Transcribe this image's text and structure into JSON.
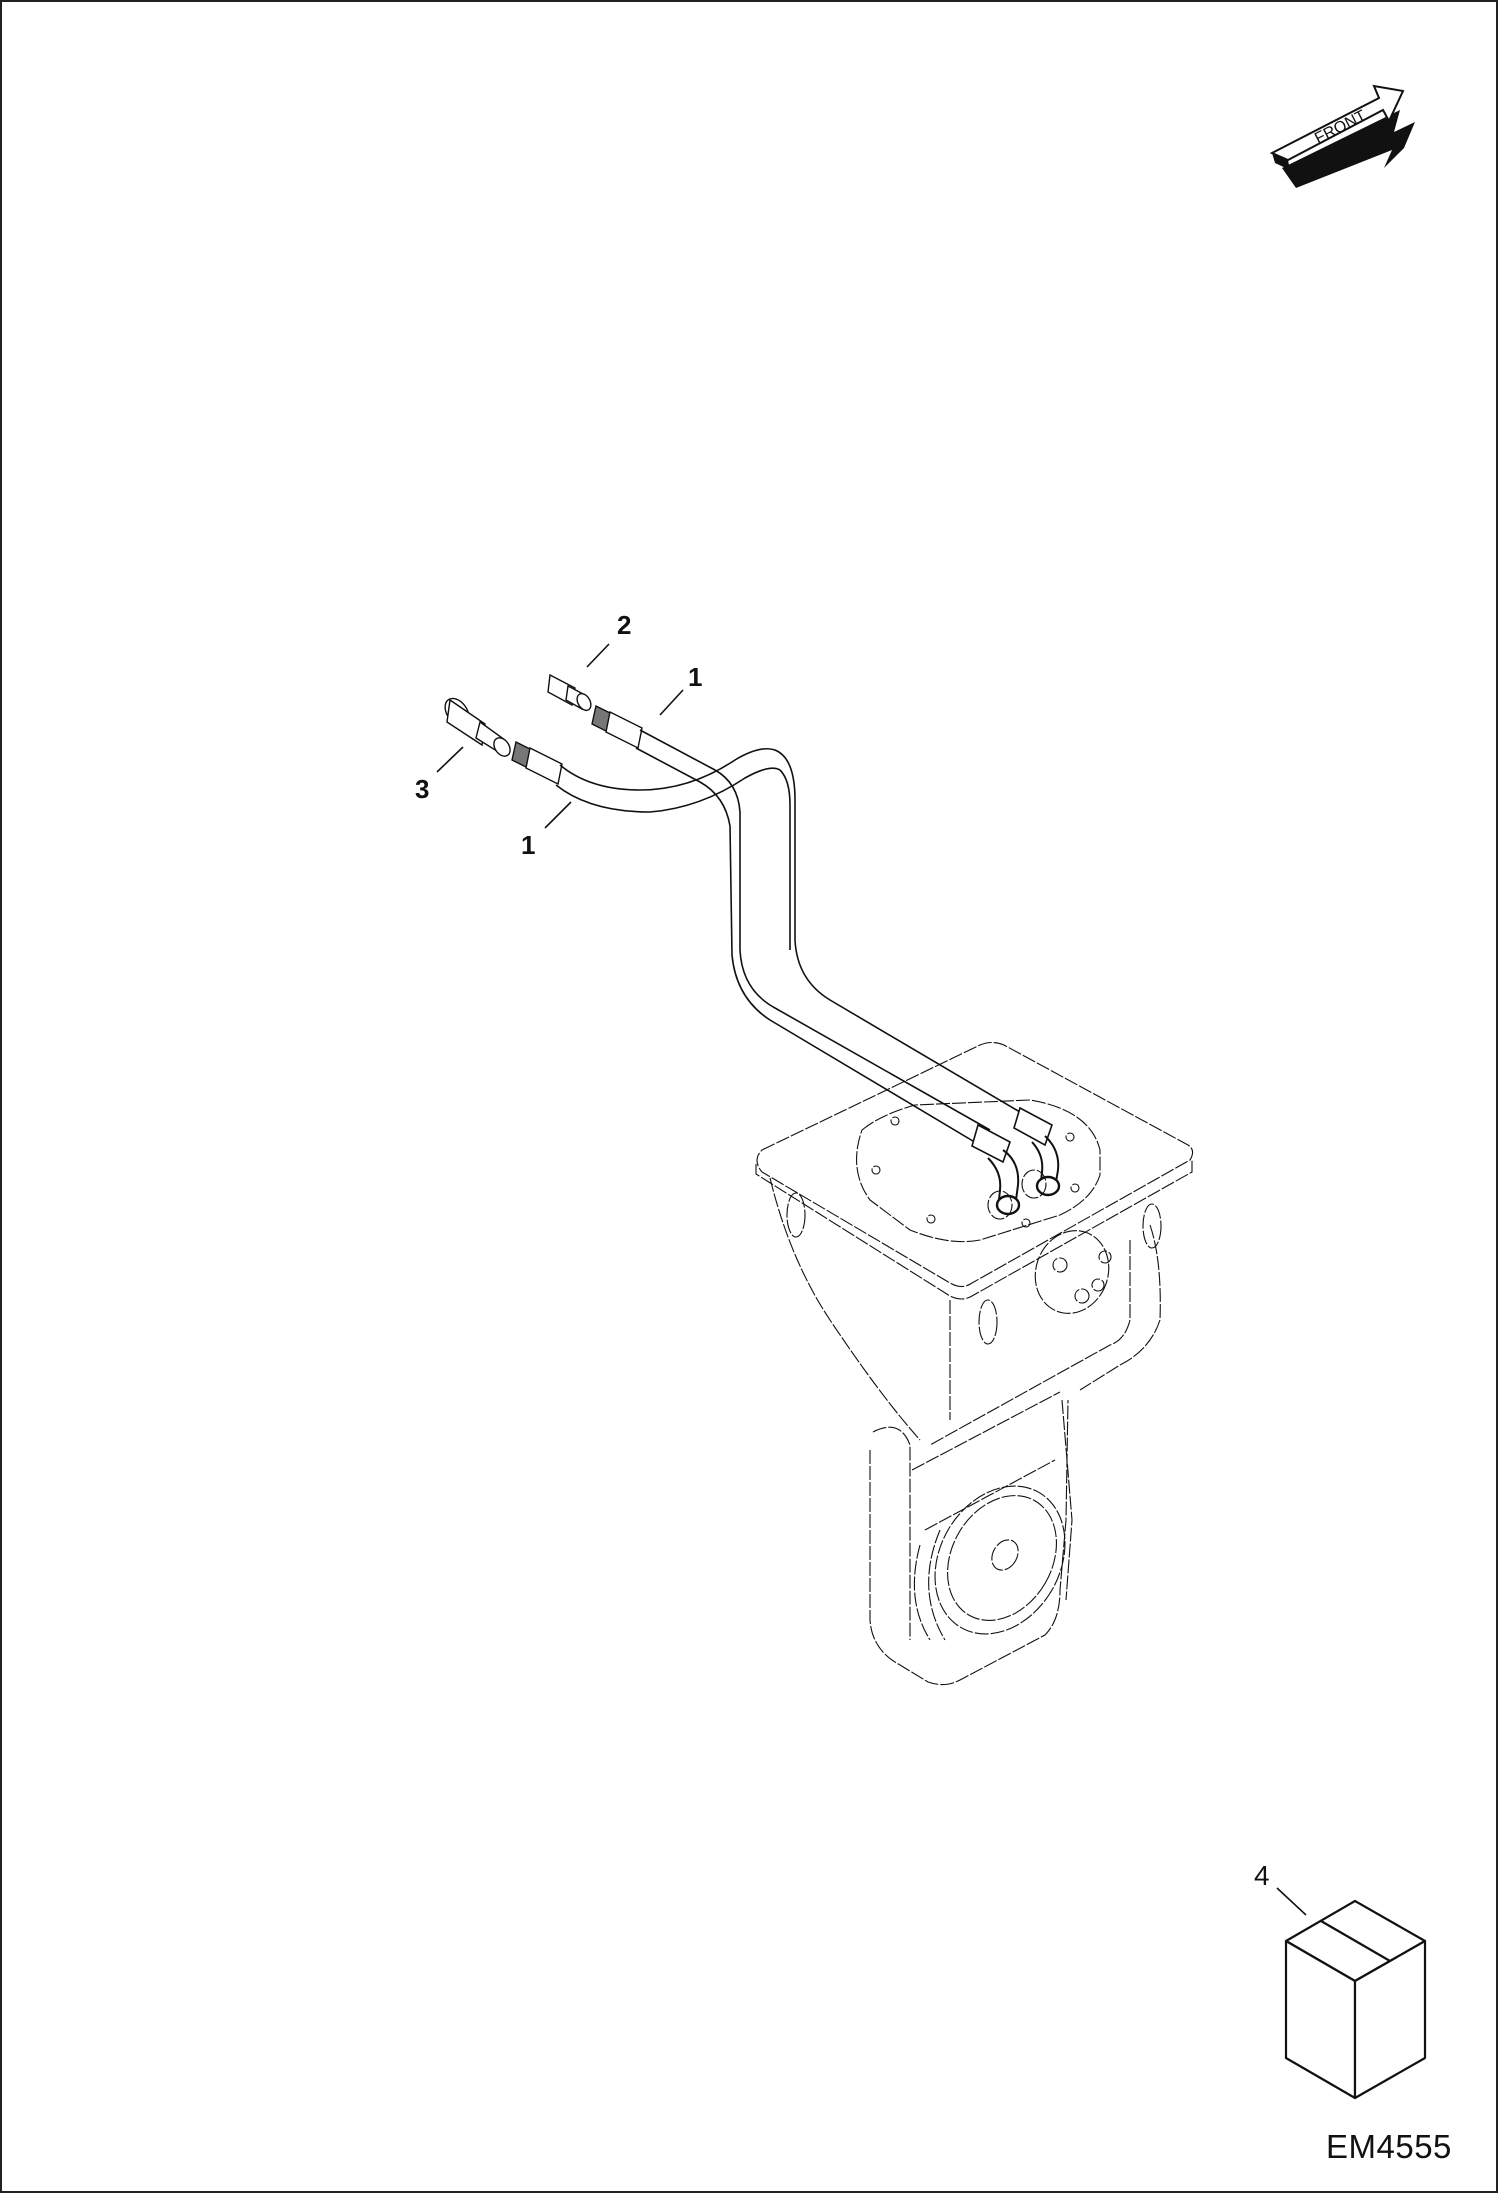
{
  "diagram": {
    "figure_id": "EM4555",
    "front_arrow": {
      "label": "FRONT",
      "icon": "front-direction-arrow-icon"
    },
    "callouts": [
      {
        "id": "callout-2",
        "label": "2",
        "part": "adapter fitting"
      },
      {
        "id": "callout-1-upper",
        "label": "1",
        "part": "hydraulic hose (upper)"
      },
      {
        "id": "callout-3",
        "label": "3",
        "part": "quick coupler"
      },
      {
        "id": "callout-1-lower",
        "label": "1",
        "part": "hydraulic hose (lower)"
      },
      {
        "id": "callout-4",
        "label": "4",
        "part": "kit box"
      }
    ],
    "components": [
      {
        "name": "hydraulic-hoses",
        "icon": "hose-icon"
      },
      {
        "name": "drive-motor-housing",
        "icon": "motor-housing-icon"
      },
      {
        "name": "kit-box",
        "icon": "box-icon"
      }
    ],
    "colors": {
      "line": "#111111",
      "background": "#ffffff",
      "border": "#222222"
    }
  }
}
